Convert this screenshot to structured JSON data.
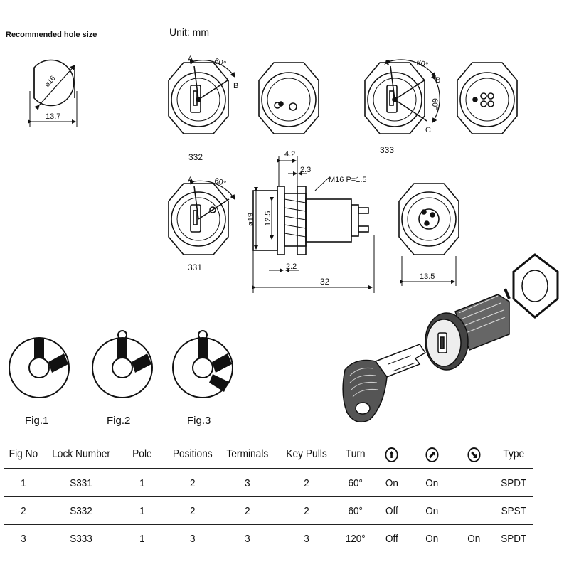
{
  "labels": {
    "recommended_hole": "Recommended hole size",
    "unit": "Unit:  mm",
    "hole_diameter": "ø16",
    "hole_width": "13.7",
    "fig332": "332",
    "fig333": "333",
    "fig331": "331",
    "pos_a": "A",
    "pos_b": "B",
    "pos_c": "C",
    "angle60": "60°",
    "dim_4_2": "4.2",
    "dim_2_3": "2.3",
    "thread": "M16  P=1.5",
    "dim_19": "ø19",
    "dim_12_5": "12.5",
    "dim_2_2": "2.2",
    "dim_32": "32",
    "dim_13_5": "13.5",
    "fig1": "Fig.1",
    "fig2": "Fig.2",
    "fig3": "Fig.3"
  },
  "table": {
    "headers": [
      "Fig No",
      "Lock Number",
      "Pole",
      "Positions",
      "Terminals",
      "Key Pulls",
      "Turn",
      "",
      "",
      "",
      "Type"
    ],
    "icons": [
      "arrow-up-icon",
      "arrow-up-right-icon",
      "arrow-down-right-icon"
    ],
    "rows": [
      [
        "1",
        "S331",
        "1",
        "2",
        "3",
        "2",
        "60°",
        "On",
        "On",
        "",
        "SPDT"
      ],
      [
        "2",
        "S332",
        "1",
        "2",
        "2",
        "2",
        "60°",
        "Off",
        "On",
        "",
        "SPST"
      ],
      [
        "3",
        "S333",
        "1",
        "3",
        "3",
        "3",
        "120°",
        "Off",
        "On",
        "On",
        "SPDT"
      ]
    ]
  }
}
